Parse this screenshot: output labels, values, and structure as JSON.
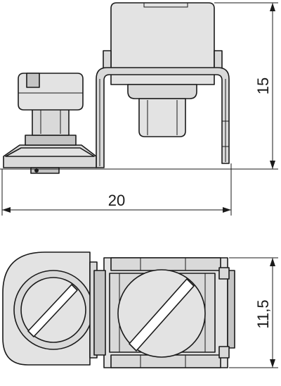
{
  "side_view": {
    "height_label": "15",
    "width_label": "20"
  },
  "top_view": {
    "depth_label": "11,5"
  }
}
